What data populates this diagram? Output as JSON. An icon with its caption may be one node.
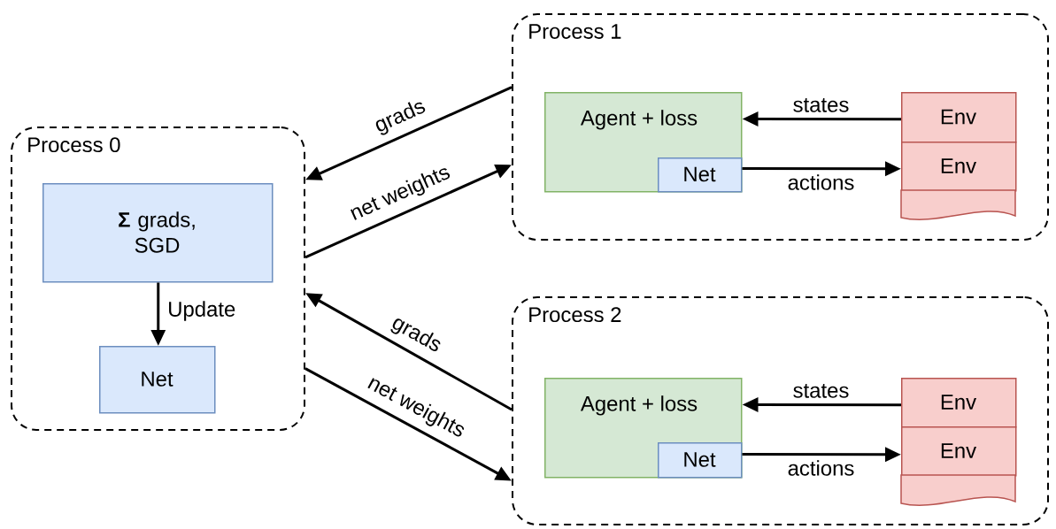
{
  "diagram": {
    "nodes": [
      {
        "text": [
          "Process 0"
        ]
      },
      {
        "text": [
          "**Σ** grads, SGD"
        ],
        "in": 0
      },
      {
        "text": [
          "Net"
        ],
        "in": 0
      },
      {
        "text": [
          "Process 1"
        ]
      },
      {
        "text": [
          "Agent + loss"
        ],
        "in": 3
      },
      {
        "text": [
          "Net"
        ],
        "in": 4
      },
      {
        "text": [
          "Env"
        ],
        "in": 3
      },
      {
        "text": [
          "Env"
        ],
        "in": 3
      },
      {
        "text": [
          "Process 2"
        ]
      },
      {
        "text": [
          "Agent + loss"
        ],
        "in": 8
      },
      {
        "text": [
          "Net"
        ],
        "in": 9
      },
      {
        "text": [
          "Env"
        ],
        "in": 8
      },
      {
        "text": [
          "Env"
        ],
        "in": 8
      },
      {
        "text": [],
        "shape": "box",
        "in": 3
      },
      {
        "text": [],
        "shape": "box",
        "in": 8
      }
    ],
    "edges": [
      {
        "from": 3,
        "to": 0,
        "arrow": "to",
        "label": "grads"
      },
      {
        "from": 0,
        "to": 3,
        "arrow": "to",
        "label": "net weights"
      },
      {
        "from": 8,
        "to": 0,
        "arrow": "to",
        "label": "grads"
      },
      {
        "from": 0,
        "to": 8,
        "arrow": "to",
        "label": "net weights"
      },
      {
        "from": 1,
        "to": 2,
        "arrow": "to",
        "label": "Update"
      },
      {
        "from": 6,
        "to": 4,
        "arrow": "to",
        "label": "states"
      },
      {
        "from": 5,
        "to": 7,
        "arrow": "to",
        "label": "actions"
      },
      {
        "from": 11,
        "to": 9,
        "arrow": "to",
        "label": "states"
      },
      {
        "from": 10,
        "to": 12,
        "arrow": "to",
        "label": "actions"
      }
    ]
  }
}
